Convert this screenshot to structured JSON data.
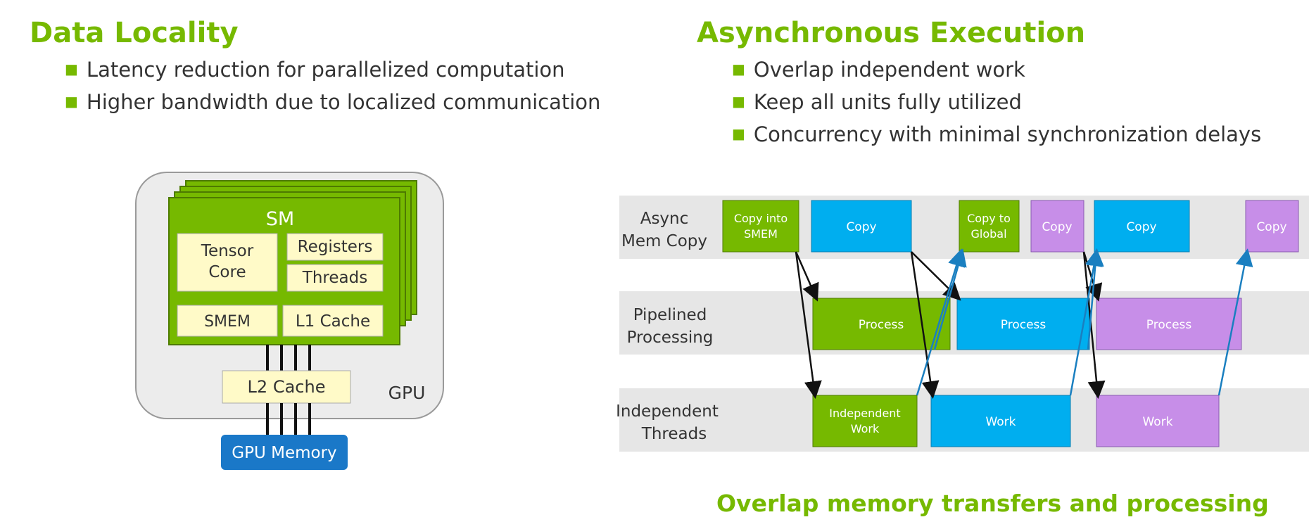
{
  "left": {
    "title": "Data Locality",
    "bullets": [
      "Latency reduction for parallelized computation",
      "Higher bandwidth due to localized communication"
    ],
    "diagram": {
      "sm": "SM",
      "tensor_core": [
        "Tensor",
        "Core"
      ],
      "registers": "Registers",
      "threads": "Threads",
      "smem": "SMEM",
      "l1": "L1 Cache",
      "l2": "L2 Cache",
      "gpu": "GPU",
      "gpu_memory": "GPU Memory"
    }
  },
  "right": {
    "title": "Asynchronous Execution",
    "bullets": [
      "Overlap independent work",
      "Keep all units fully utilized",
      "Concurrency with minimal synchronization delays"
    ],
    "timeline": {
      "rows": [
        [
          "Async",
          "Mem Copy"
        ],
        [
          "Pipelined",
          "Processing"
        ],
        [
          "Independent",
          "Threads"
        ]
      ],
      "blocks": {
        "copy_into_smem": [
          "Copy into",
          "SMEM"
        ],
        "copy": "Copy",
        "copy_to_global": [
          "Copy to",
          "Global"
        ],
        "process": "Process",
        "independent_work": [
          "Independent",
          "Work"
        ],
        "work": "Work"
      },
      "colors": {
        "green": "#76b900",
        "blue": "#00aeef",
        "purple": "#c78ee8",
        "band": "#e6e6e6",
        "arrow_blue": "#1a7fc0"
      }
    },
    "caption": "Overlap memory transfers and processing"
  }
}
